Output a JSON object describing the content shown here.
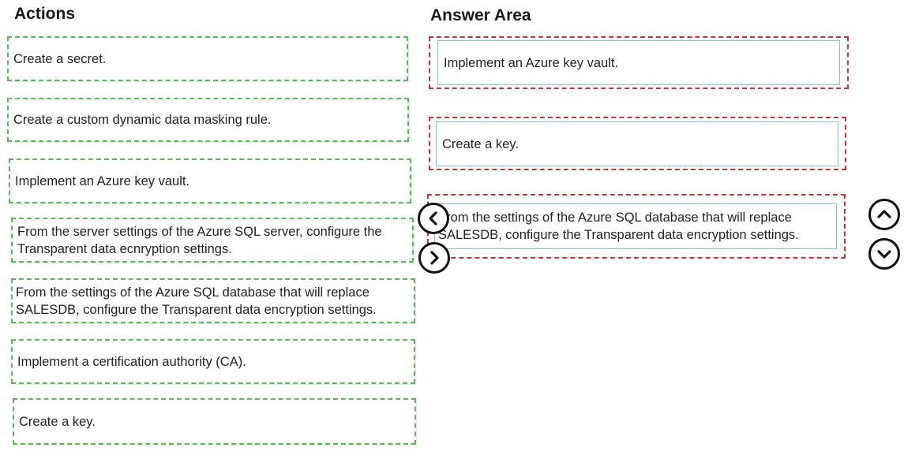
{
  "actions": {
    "heading": "Actions",
    "items": [
      {
        "label": "Create a secret."
      },
      {
        "label": "Create a custom dynamic data masking rule."
      },
      {
        "label": "Implement an Azure key vault."
      },
      {
        "label": "From the server settings of the Azure SQL server, configure the Transparent data ecnryption settings."
      },
      {
        "label": "From the settings of the Azure SQL database that will replace SALESDB, configure the Transparent data encryption settings."
      },
      {
        "label": "Implement a certification authority (CA)."
      },
      {
        "label": "Create a key."
      }
    ]
  },
  "answer_area": {
    "heading": "Answer Area",
    "slots": [
      {
        "label": "Implement an Azure key vault."
      },
      {
        "label": "Create a key."
      },
      {
        "label": "From the settings of the Azure SQL database that will replace SALESDB, configure the Transparent data encryption settings."
      }
    ]
  },
  "controls": {
    "move_left_icon": "chevron-left-icon",
    "move_right_icon": "chevron-right-icon",
    "move_up_icon": "chevron-up-icon",
    "move_down_icon": "chevron-down-icon"
  },
  "colors": {
    "action_border": "#58b85a",
    "drop_zone_border": "#c8333a",
    "answer_card_border": "#7fc4d6"
  }
}
